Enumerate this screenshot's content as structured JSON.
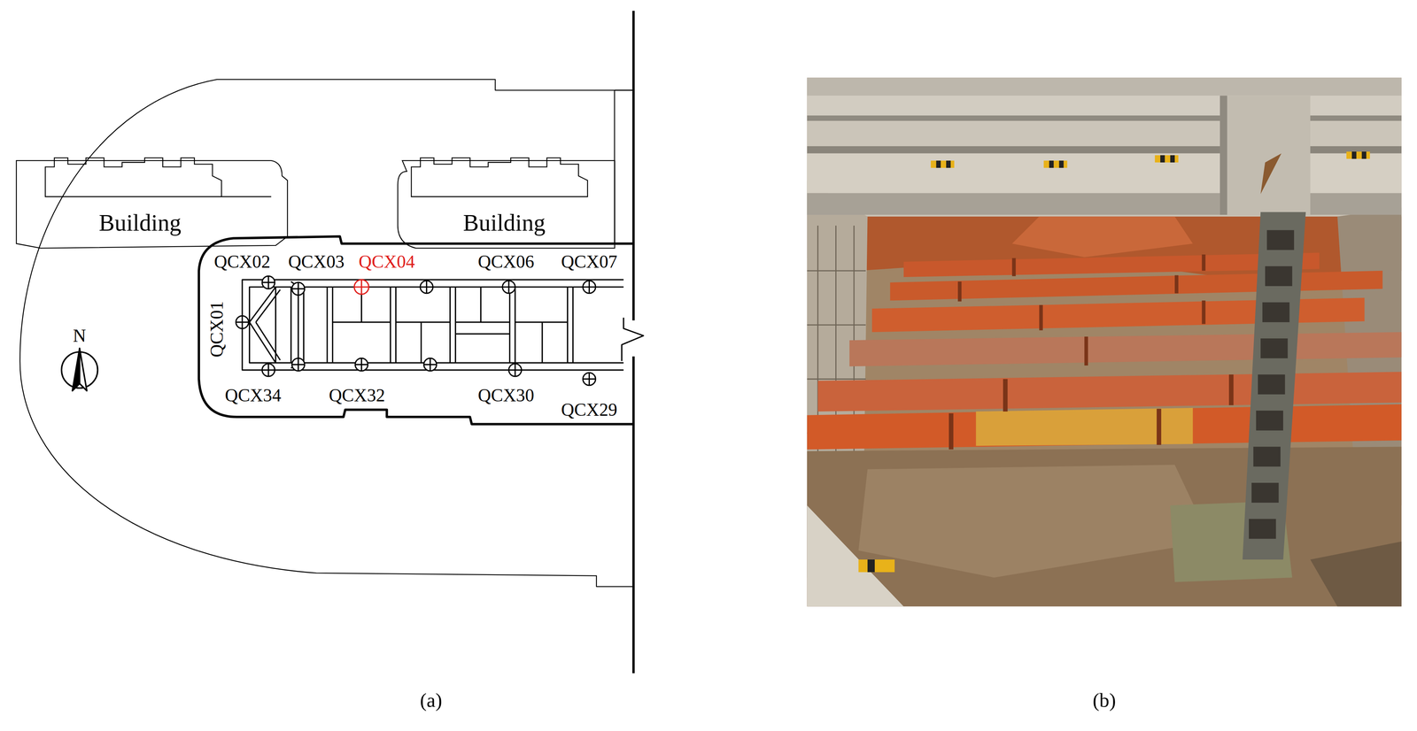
{
  "diagram": {
    "nodes": [
      {
        "text": [
          "Building"
        ]
      },
      {
        "text": [
          "Building"
        ]
      }
    ],
    "labels": [
      "N",
      "QCX02",
      "QCX03",
      "QCX04",
      "QCX06",
      "QCX07",
      "QCX01",
      "QCX34",
      "QCX32",
      "QCX30",
      "QCX29",
      "(a)",
      "(b)"
    ]
  }
}
